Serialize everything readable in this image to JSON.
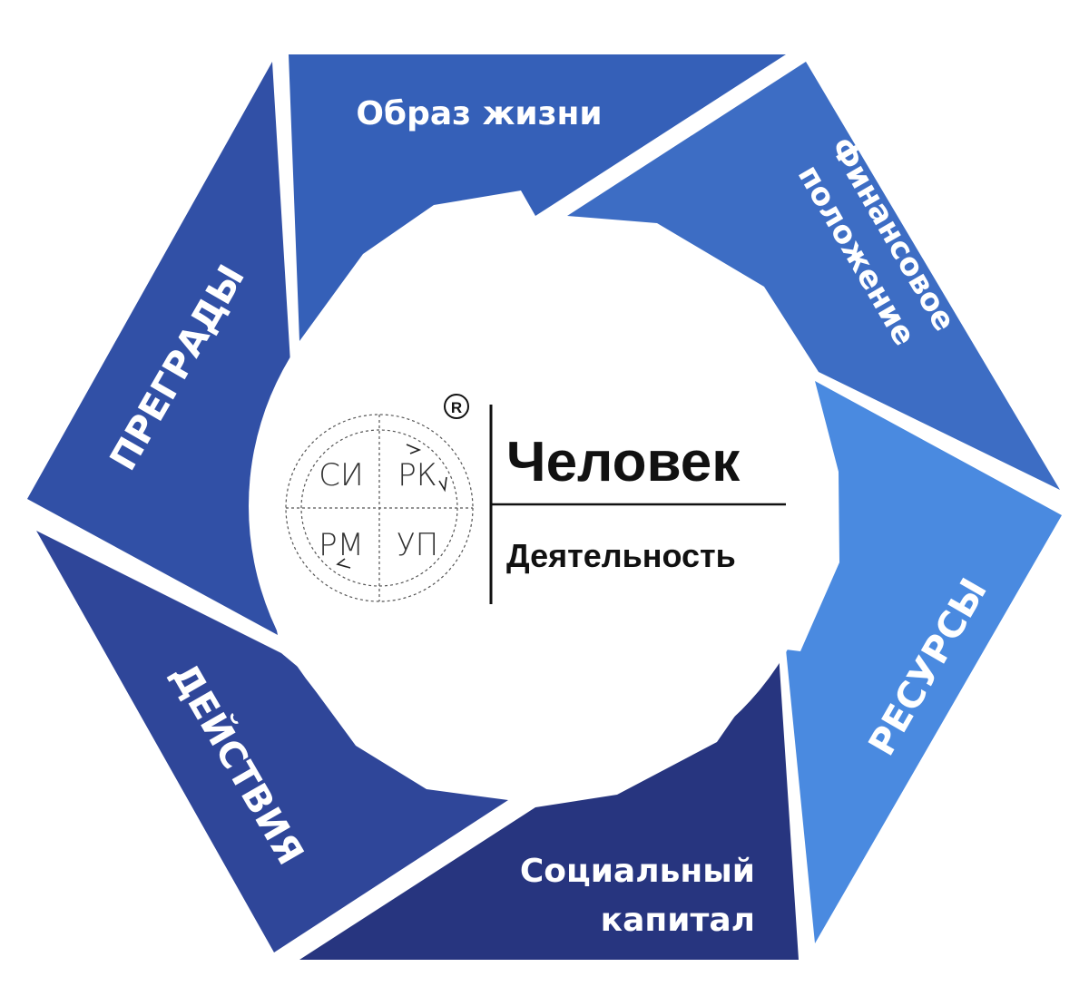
{
  "segments": {
    "top": {
      "label": "Образ жизни",
      "color": "#3560b8"
    },
    "top_right": {
      "line1": "Финансовое",
      "line2": "положение",
      "color": "#3d6dc4"
    },
    "right": {
      "label": "РЕСУРСЫ",
      "color": "#4a8ae0"
    },
    "bottom": {
      "line1": "Социальный",
      "line2": "капитал",
      "color": "#27357f"
    },
    "bottom_left": {
      "label": "ДЕЙСТВИЯ",
      "color": "#2f4699"
    },
    "left": {
      "label": "ПРЕГРАДЫ",
      "color": "#3150a6"
    }
  },
  "logo": {
    "q1": "СИ",
    "q2": "РК",
    "q3": "РМ",
    "q4": "УП",
    "registered": "R"
  },
  "center": {
    "title": "Человек",
    "subtitle": "Деятельность"
  }
}
